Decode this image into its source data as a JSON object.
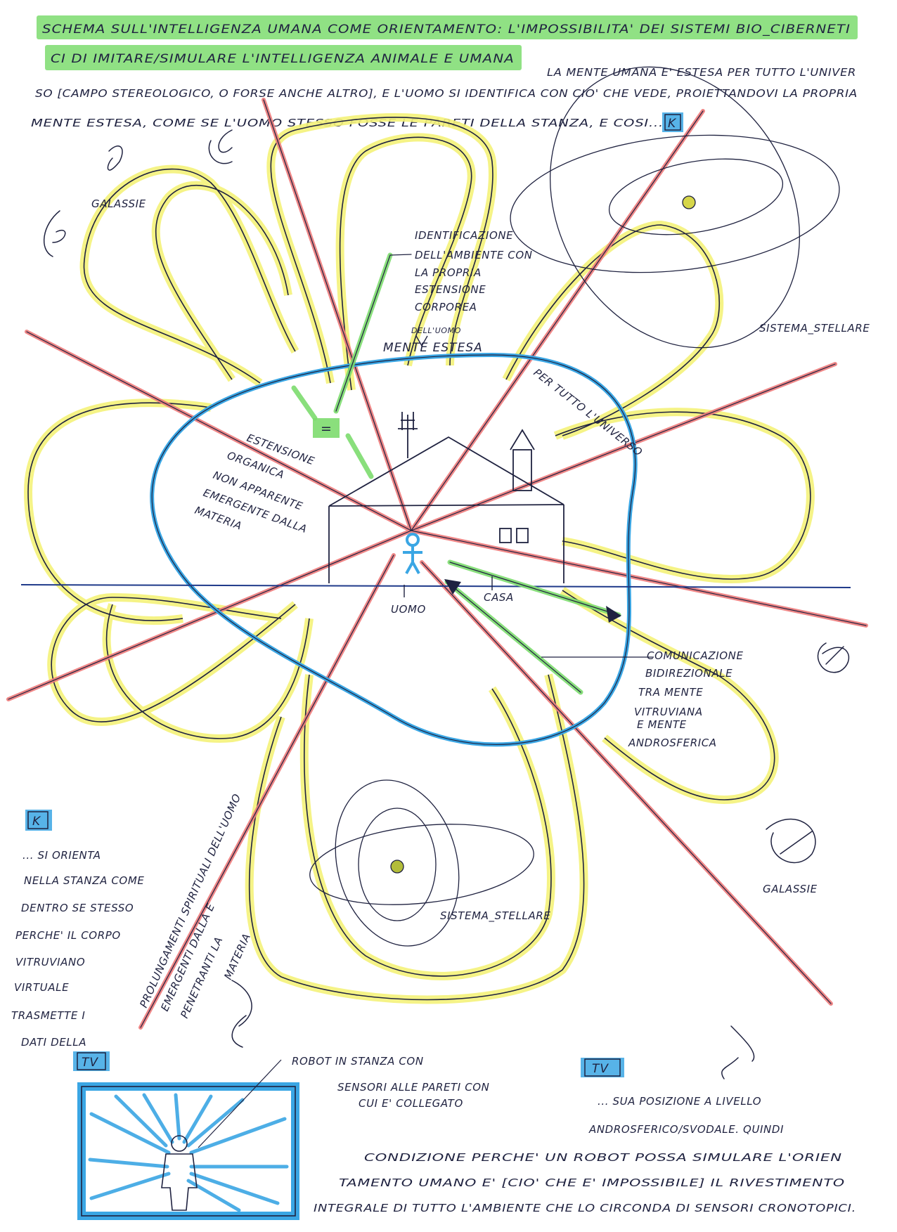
{
  "header": {
    "title_line1": "SCHEMA SULL'INTELLIGENZA UMANA COME ORIENTAMENTO: L'IMPOSSIBILITA' DEI SISTEMI BIO_CIBERNETI",
    "title_line2": "CI DI IMITARE/SIMULARE L'INTELLIGENZA ANIMALE E UMANA",
    "intro_line1": "LA MENTE UMANA E' ESTESA PER TUTTO L'UNIVER",
    "intro_line2": "SO [CAMPO STEREOLOGICO, O FORSE ANCHE ALTRO], E L'UOMO SI IDENTIFICA CON CIO' CHE VEDE, PROIETTANDOVI LA PROPRIA",
    "intro_line3": "MENTE ESTESA, COME SE L'UOMO STESSO FOSSE LE PARETI DELLA STANZA, E COSI...",
    "marker": "K"
  },
  "labels": {
    "galassie_top": "GALASSIE",
    "galassie_right": "GALASSIE",
    "identification_lines": [
      "IDENTIFICAZIONE",
      "DELL'AMBIENTE CON",
      "LA PROPRIA",
      "ESTENSIONE",
      "CORPOREA"
    ],
    "mind_small": "DELL'UOMO",
    "mind_main": "MENTE ESTESA",
    "per_tutto": "PER TUTTO L'UNIVERSO",
    "sistema_top": "SISTEMA_STELLARE",
    "sistema_bottom": "SISTEMA_STELLARE",
    "equals_sign": "=",
    "organic_lines": [
      "ESTENSIONE",
      "ORGANICA",
      "NON APPARENTE",
      "EMERGENTE DALLA",
      "MATERIA"
    ],
    "uomo": "UOMO",
    "casa": "CASA",
    "communication_lines": [
      "COMUNICAZIONE",
      "BIDIREZIONALE",
      "TRA MENTE",
      "VITRUVIANA",
      "E MENTE",
      "ANDROSFERICA"
    ],
    "prolungamenti_lines": [
      "PROLUNGAMENTI SPIRITUALI DELL'UOMO",
      "EMERGENTI DALLA E",
      "PENETRANTI LA",
      "MATERIA"
    ]
  },
  "left_note": {
    "marker": "K",
    "lines": [
      "... SI ORIENTA",
      "NELLA STANZA COME",
      "DENTRO SE STESSO",
      "PERCHE' IL CORPO",
      "VITRUVIANO",
      "VIRTUALE",
      "TRASMETTE I",
      "DATI DELLA"
    ],
    "marker_bottom": "TV"
  },
  "bottom": {
    "robot_lines": [
      "ROBOT IN STANZA CON",
      "SENSORI ALLE PARETI CON",
      "CUI E' COLLEGATO"
    ],
    "marker": "TV",
    "lines": [
      "... SUA POSIZIONE A LIVELLO",
      "ANDROSFERICO/SVODALE. QUINDI",
      "CONDIZIONE PERCHE' UN ROBOT POSSA SIMULARE L'ORIEN",
      "TAMENTO UMANO E' [CIO' CHE E' IMPOSSIBILE] IL RIVESTIMENTO",
      "INTEGRALE DI TUTTO L'AMBIENTE CHE LO CIRCONDA DI SENSORI CRONOTOPICI."
    ]
  },
  "colors": {
    "ink": "#1f2240",
    "red": "#ee7b7b",
    "yellow": "#f4f27a",
    "blue": "#3aa6e4",
    "green": "#7ddc6e",
    "star": "#d6d64a"
  }
}
